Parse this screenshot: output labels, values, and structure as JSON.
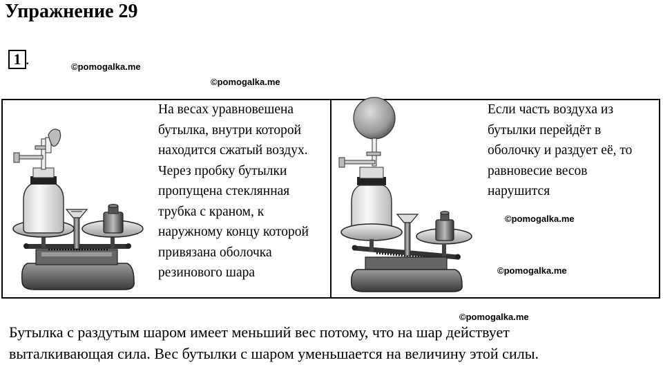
{
  "page": {
    "title": "Упражнение 29",
    "task_number": "1",
    "task_dot": "."
  },
  "watermarks": [
    "©pomogalka.me",
    "©pomogalka.me",
    "©pomogalka.me",
    "©pomogalka.me",
    "©pomogalka.me"
  ],
  "left_panel": {
    "caption_lines": [
      "На весах уравновешена",
      "бутылка, внутри которой",
      "находится сжатый воздух.",
      "Через пробку бутылки",
      "пропущена стеклянная",
      "трубка с краном, к",
      "наружному концу которой",
      "привязана оболочка",
      "резинового шара"
    ],
    "illustration_icon": "balance-scale-with-bottle-deflated-balloon"
  },
  "right_panel": {
    "caption_lines": [
      "Если часть воздуха из",
      "бутылки перейдёт в",
      "оболочку и раздует её, то",
      "равновесие весов",
      "нарушится"
    ],
    "illustration_icon": "balance-scale-with-bottle-inflated-balloon"
  },
  "answer": {
    "lines": [
      "Бутылка с раздутым шаром имеет меньший вес потому, что на шар действует",
      "выталкивающая сила. Вес бутылки с шаром уменьшается на величину этой силы."
    ]
  }
}
